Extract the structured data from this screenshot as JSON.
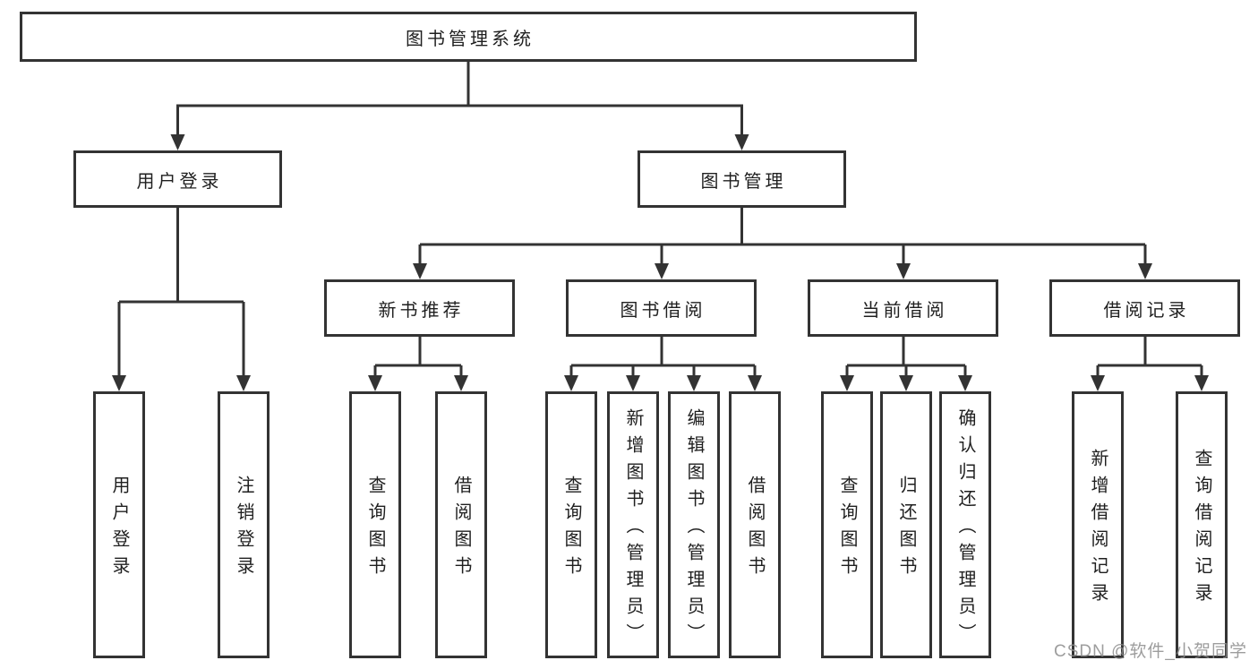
{
  "tree": {
    "label": "图书管理系统",
    "children": [
      {
        "label": "用户登录",
        "children": [
          {
            "label": "用户登录"
          },
          {
            "label": "注销登录"
          }
        ]
      },
      {
        "label": "图书管理",
        "children": [
          {
            "label": "新书推荐",
            "children": [
              {
                "label": "查询图书"
              },
              {
                "label": "借阅图书"
              }
            ]
          },
          {
            "label": "图书借阅",
            "children": [
              {
                "label": "查询图书"
              },
              {
                "label": "新增图书（管理员）"
              },
              {
                "label": "编辑图书（管理员）"
              },
              {
                "label": "借阅图书"
              }
            ]
          },
          {
            "label": "当前借阅",
            "children": [
              {
                "label": "查询图书"
              },
              {
                "label": "归还图书"
              },
              {
                "label": "确认归还（管理员）"
              }
            ]
          },
          {
            "label": "借阅记录",
            "children": [
              {
                "label": "新增借阅记录"
              },
              {
                "label": "查询借阅记录"
              }
            ]
          }
        ]
      }
    ]
  },
  "watermark": {
    "text": "CSDN @软件_小贺同学"
  },
  "colors": {
    "line": "#333333",
    "box_border": "#333333",
    "box_fill": "#ffffff",
    "text": "#1f1f1f",
    "watermark": "#8c8c8c",
    "background": "#ffffff"
  }
}
